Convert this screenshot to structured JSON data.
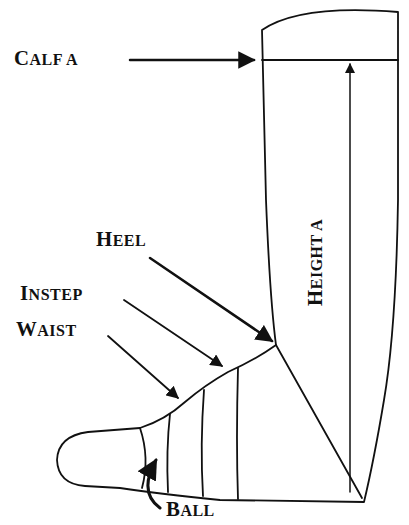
{
  "diagram": {
    "labels": [
      "CALF A",
      "HEIGHT A",
      "HEEL",
      "INSTEP",
      "WAIST",
      "BALL"
    ]
  }
}
